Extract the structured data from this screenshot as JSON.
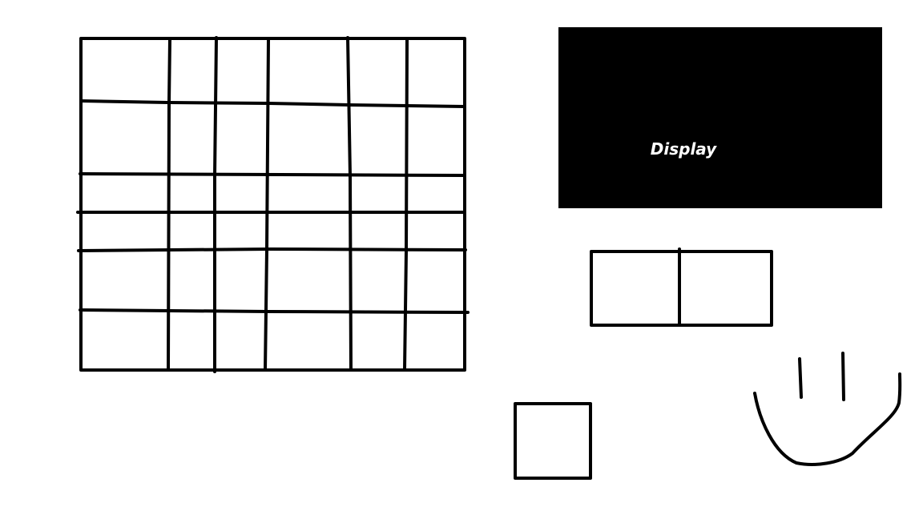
{
  "display": {
    "label": "Display",
    "background_color": "#000000",
    "text_color": "#ffffff"
  },
  "sketch": {
    "ink_color": "#000000",
    "background_color": "#ffffff",
    "grid": {
      "rows": 6,
      "columns": 6
    },
    "double_box": {
      "cells": 2
    }
  }
}
